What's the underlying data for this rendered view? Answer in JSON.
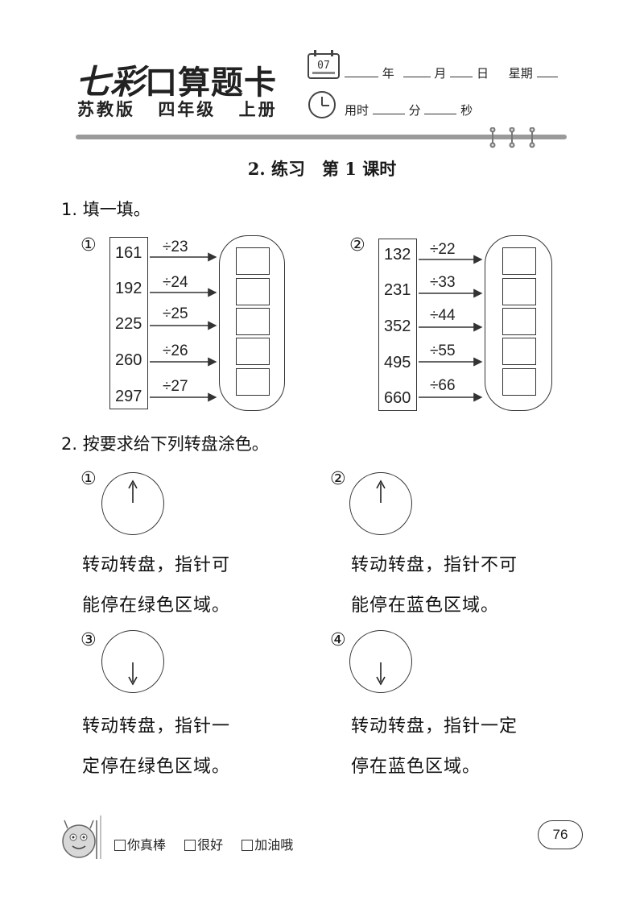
{
  "header": {
    "logo_first": "七彩",
    "logo_rest": "口算题卡",
    "edition": [
      "苏教版",
      "四年级",
      "上册"
    ],
    "calendar_number": "07",
    "date_labels": {
      "year": "年",
      "month": "月",
      "day": "日",
      "weekday": "星期"
    },
    "time_labels": {
      "used": "用时",
      "minutes": "分",
      "seconds": "秒"
    }
  },
  "section_title": "2. 练习　第 1 课时",
  "exercise1": {
    "heading": "1. 填一填。",
    "groups": [
      {
        "marker": "①",
        "numbers": [
          "161",
          "192",
          "225",
          "260",
          "297"
        ],
        "divisors": [
          "÷23",
          "÷24",
          "÷25",
          "÷26",
          "÷27"
        ]
      },
      {
        "marker": "②",
        "numbers": [
          "132",
          "231",
          "352",
          "495",
          "660"
        ],
        "divisors": [
          "÷22",
          "÷33",
          "÷44",
          "÷55",
          "÷66"
        ]
      }
    ]
  },
  "exercise2": {
    "heading": "2. 按要求给下列转盘涂色。",
    "spinners": [
      {
        "marker": "①",
        "arrow": "up",
        "line1": "转动转盘，指针可",
        "line2": "能停在绿色区域。"
      },
      {
        "marker": "②",
        "arrow": "up",
        "line1": "转动转盘，指针不可",
        "line2": "能停在蓝色区域。"
      },
      {
        "marker": "③",
        "arrow": "down",
        "line1": "转动转盘，指针一",
        "line2": "定停在绿色区域。"
      },
      {
        "marker": "④",
        "arrow": "down",
        "line1": "转动转盘，指针一定",
        "line2": "停在蓝色区域。"
      }
    ]
  },
  "footer": {
    "ratings": [
      "你真棒",
      "很好",
      "加油哦"
    ],
    "page_number": "76"
  }
}
